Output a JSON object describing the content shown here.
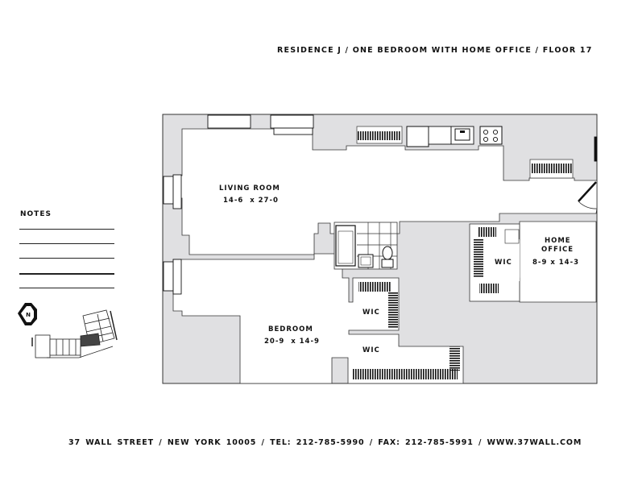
{
  "header": {
    "title": "RESIDENCE J / ONE BEDROOM WITH HOME OFFICE / FLOOR 17"
  },
  "notes": {
    "label": "NOTES",
    "line_count": 5
  },
  "compass": {
    "letter": "N"
  },
  "rooms": {
    "living_room": {
      "name": "LIVING ROOM",
      "dims": "14-6  x 27-0"
    },
    "bedroom": {
      "name": "BEDROOM",
      "dims": "20-9  x 14-9"
    },
    "home_office": {
      "name_line1": "HOME",
      "name_line2": "OFFICE",
      "dims": "8-9 x 14-3"
    },
    "wic_office": {
      "name": "WIC"
    },
    "wic_bedroom_1": {
      "name": "WIC"
    },
    "wic_bedroom_2": {
      "name": "WIC"
    }
  },
  "footer": {
    "text": "37 WALL STREET  /  NEW YORK 10005  /  TEL: 212-785-5990  /  FAX: 212-785-5991  /  WWW.37WALL.COM"
  },
  "colors": {
    "wall_fill": "#e0e0e2",
    "line": "#222222",
    "room_fill": "#ffffff"
  }
}
